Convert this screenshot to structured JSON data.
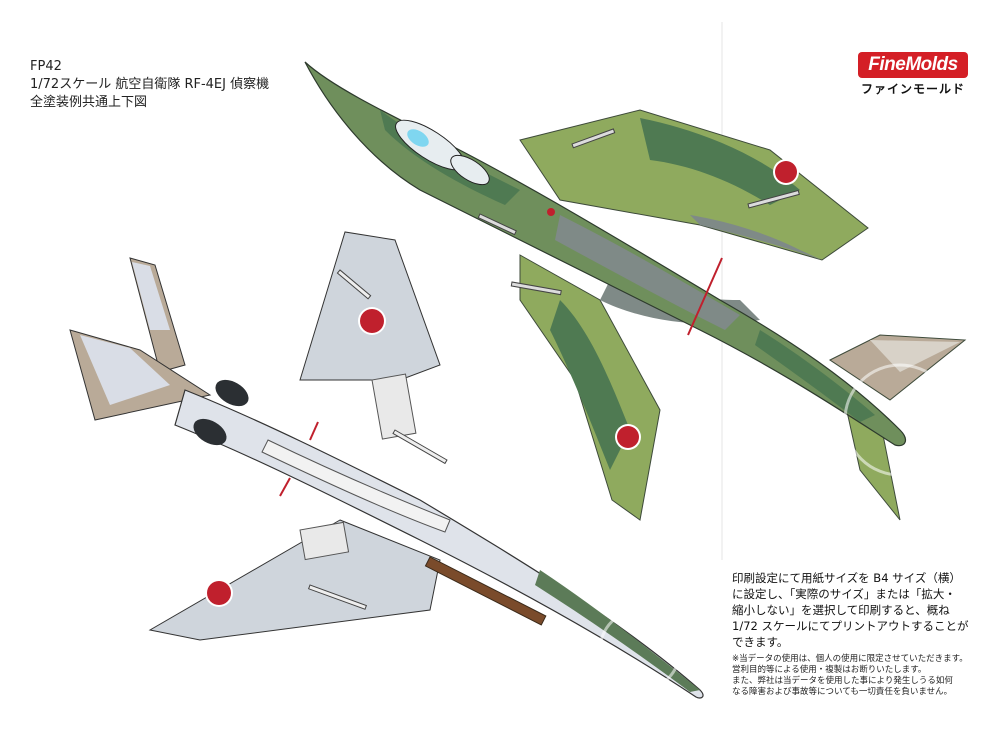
{
  "header": {
    "code": "FP42",
    "title": "1/72スケール 航空自衛隊 RF-4EJ 偵察機",
    "subtitle": "全塗装例共通上下図"
  },
  "brand": {
    "logo_text": "FineMolds",
    "kana": "ファインモールド",
    "color": "#d41f26"
  },
  "notes": {
    "instructions": [
      "印刷設定にて用紙サイズを B4 サイズ（横）",
      "に設定し、「実際のサイズ」または「拡大・",
      "縮小しない」を選択して印刷すると、概ね",
      "1/72 スケールにてプリントアウトすることが",
      "できます。"
    ],
    "disclaimer": [
      "※当データの使用は、個人の使用に限定させていただきます。",
      "営利目的等による使用・複製はお断りいたします。",
      "また、弊社は当データを使用した事により発生しうる如何",
      "なる障害および事故等についても一切責任を負いません。"
    ]
  },
  "colors": {
    "camo_dark_green": "#4f7a52",
    "camo_light_green": "#8faa5e",
    "camo_gray": "#7f8a87",
    "underside_gray": "#cfd5dc",
    "hinomaru_red": "#c0202d",
    "tail_tan": "#b9aa98"
  }
}
